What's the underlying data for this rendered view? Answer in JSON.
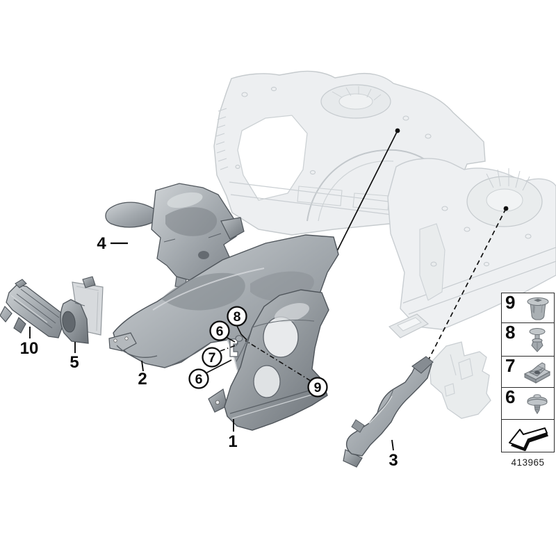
{
  "part_labels": {
    "p1": "1",
    "p2": "2",
    "p3": "3",
    "p4": "4",
    "p5": "5",
    "p10": "10"
  },
  "fastener_callouts": {
    "c8": "8",
    "c6a": "6",
    "c7": "7",
    "c6b": "6",
    "c9": "9"
  },
  "legend": {
    "items": [
      {
        "label": "9",
        "icon": "expanding-nut-icon"
      },
      {
        "label": "8",
        "icon": "expansion-rivet-icon"
      },
      {
        "label": "7",
        "icon": "cage-nut-icon"
      },
      {
        "label": "6",
        "icon": "washer-rivet-icon"
      }
    ],
    "arrow_icon": "direction-arrow-down-left",
    "diagram_number": "413965"
  },
  "colors": {
    "background": "#ffffff",
    "ghost_fill": "#edeff1",
    "ghost_line": "#c5cacd",
    "part_light": "#cfd3d6",
    "part_mid": "#a4aaaf",
    "part_dark": "#7f858b",
    "outline": "#4e545a",
    "callout_line": "#111111"
  }
}
